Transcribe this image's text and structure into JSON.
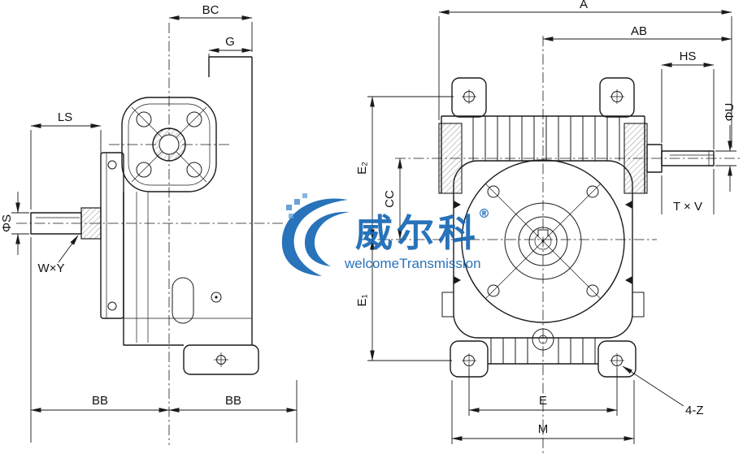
{
  "watermark": {
    "brand": "威尔科",
    "registered": "®",
    "subtitle": "welcomeTransmission",
    "color": "#1668b5"
  },
  "left_view": {
    "dims": {
      "bc": "BC",
      "g": "G",
      "ls": "LS",
      "phi_s": "ΦS",
      "wxy": "W×Y",
      "bb_left": "BB",
      "bb_right": "BB"
    }
  },
  "right_view": {
    "dims": {
      "a": "A",
      "ab": "AB",
      "hs": "HS",
      "phi_u": "ΦU",
      "txv": "T × V",
      "e2": "E₂",
      "cc": "CC",
      "e1": "E₁",
      "e": "E",
      "m": "M",
      "four_z": "4-Z"
    }
  }
}
